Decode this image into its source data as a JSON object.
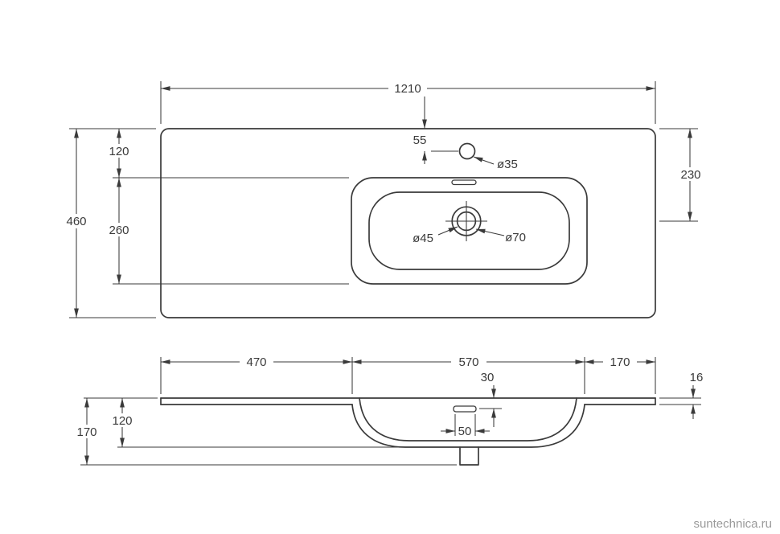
{
  "top_view": {
    "dims": {
      "overall_width": "1210",
      "overall_depth": "460",
      "edge_to_basin": "120",
      "basin_length": "260",
      "faucet_offset": "55",
      "faucet_hole_dia": "ø35",
      "drain_offset": "230",
      "drain_dia_inner": "ø45",
      "drain_dia_outer": "ø70"
    }
  },
  "front_view": {
    "dims": {
      "left_span": "470",
      "basin_span": "570",
      "right_span": "170",
      "overflow_drop": "30",
      "top_thickness": "16",
      "bowl_depth": "120",
      "overall_height": "170",
      "overflow_width": "50"
    }
  },
  "watermark": "suntechnica.ru"
}
